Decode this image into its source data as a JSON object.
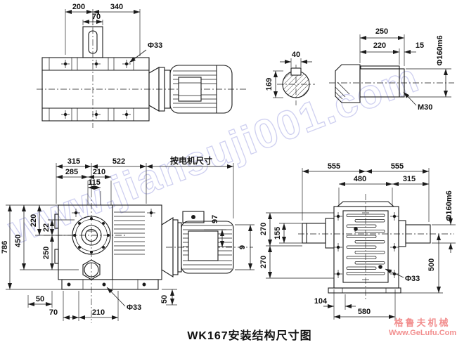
{
  "title": "WK167安装结构尺寸图",
  "watermark": "www.jiansuji001.com",
  "logo": {
    "company": "格鲁夫机械",
    "site": "Www.GeLufu.Com"
  },
  "colors": {
    "line": "#1a1a1a",
    "watermark": "#c6c7ee",
    "logo_pink": "#f28f8f",
    "background": "#ffffff"
  },
  "top_view": {
    "d200": "200",
    "d340": "340",
    "d70": "70",
    "phi33": "Φ33"
  },
  "shaft_section": {
    "d40": "40",
    "d169": "169"
  },
  "shaft_end": {
    "d250": "250",
    "d220": "220",
    "d15": "15",
    "phi160": "Φ160m6",
    "m30": "M30"
  },
  "front_view": {
    "d315": "315",
    "d522": "522",
    "note": "按电机尺寸",
    "d285": "285",
    "d210": "210",
    "d115": "115",
    "d786": "786",
    "d450": "450",
    "d220": "220",
    "d22": "22",
    "d250": "250",
    "d50_left": "50",
    "d70": "70",
    "d210_bottom": "210",
    "phi33": "Φ33",
    "d50_right": "50",
    "d97": "97",
    "d9": "9"
  },
  "side_view": {
    "d555_left": "555",
    "d555_right": "555",
    "d480": "480",
    "d315": "315",
    "d270_top": "270",
    "d155": "155",
    "d270_bottom": "270",
    "phi160": "Φ160m6",
    "d500": "500",
    "phi33": "Φ33",
    "d104": "104",
    "d580": "580"
  }
}
